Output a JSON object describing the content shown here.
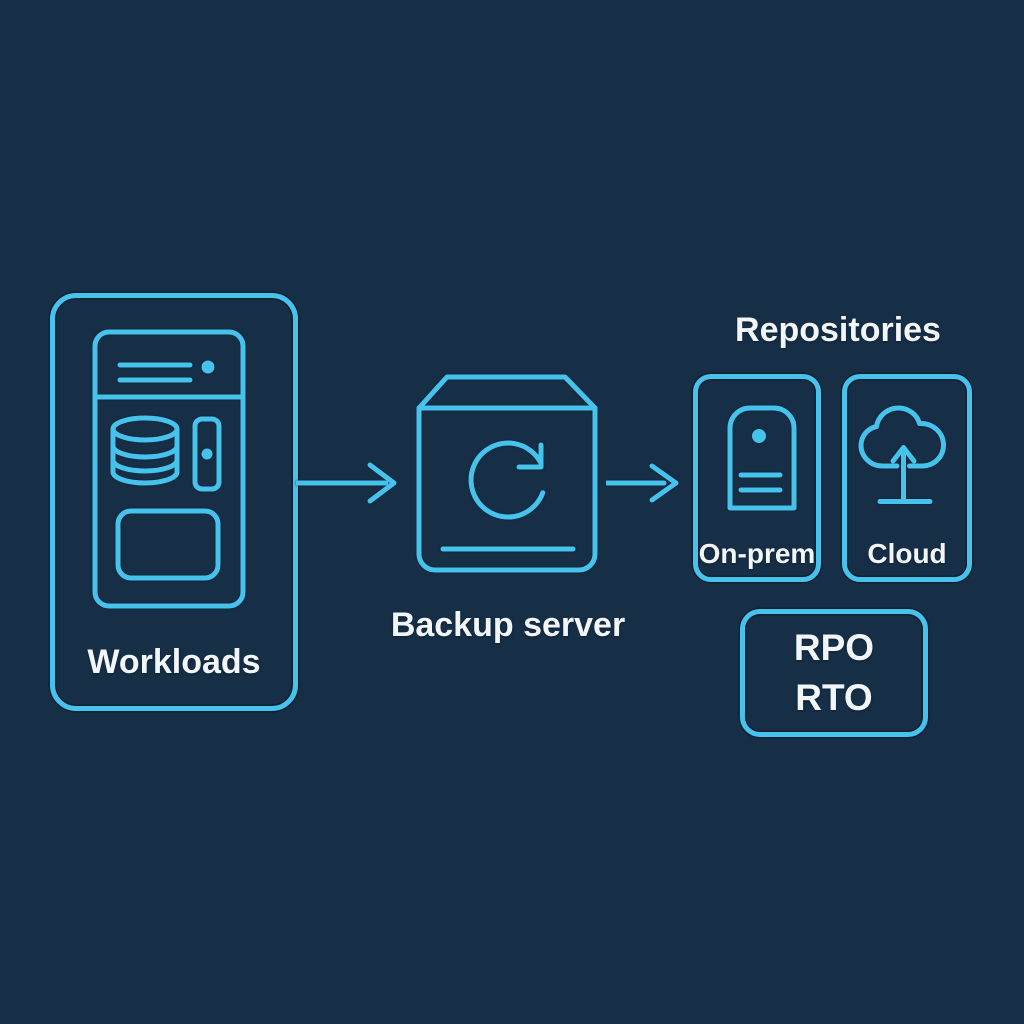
{
  "colors": {
    "background": "#162F47",
    "accent": "#45C3EC",
    "label": "#F2F6F9"
  },
  "nodes": {
    "workloads": {
      "label": "Workloads"
    },
    "backup_server": {
      "label": "Backup server"
    },
    "repositories": {
      "title": "Repositories",
      "items": [
        {
          "label": "On-prem"
        },
        {
          "label": "Cloud"
        }
      ]
    },
    "objectives": {
      "lines": [
        "RPO",
        "RTO"
      ]
    }
  }
}
